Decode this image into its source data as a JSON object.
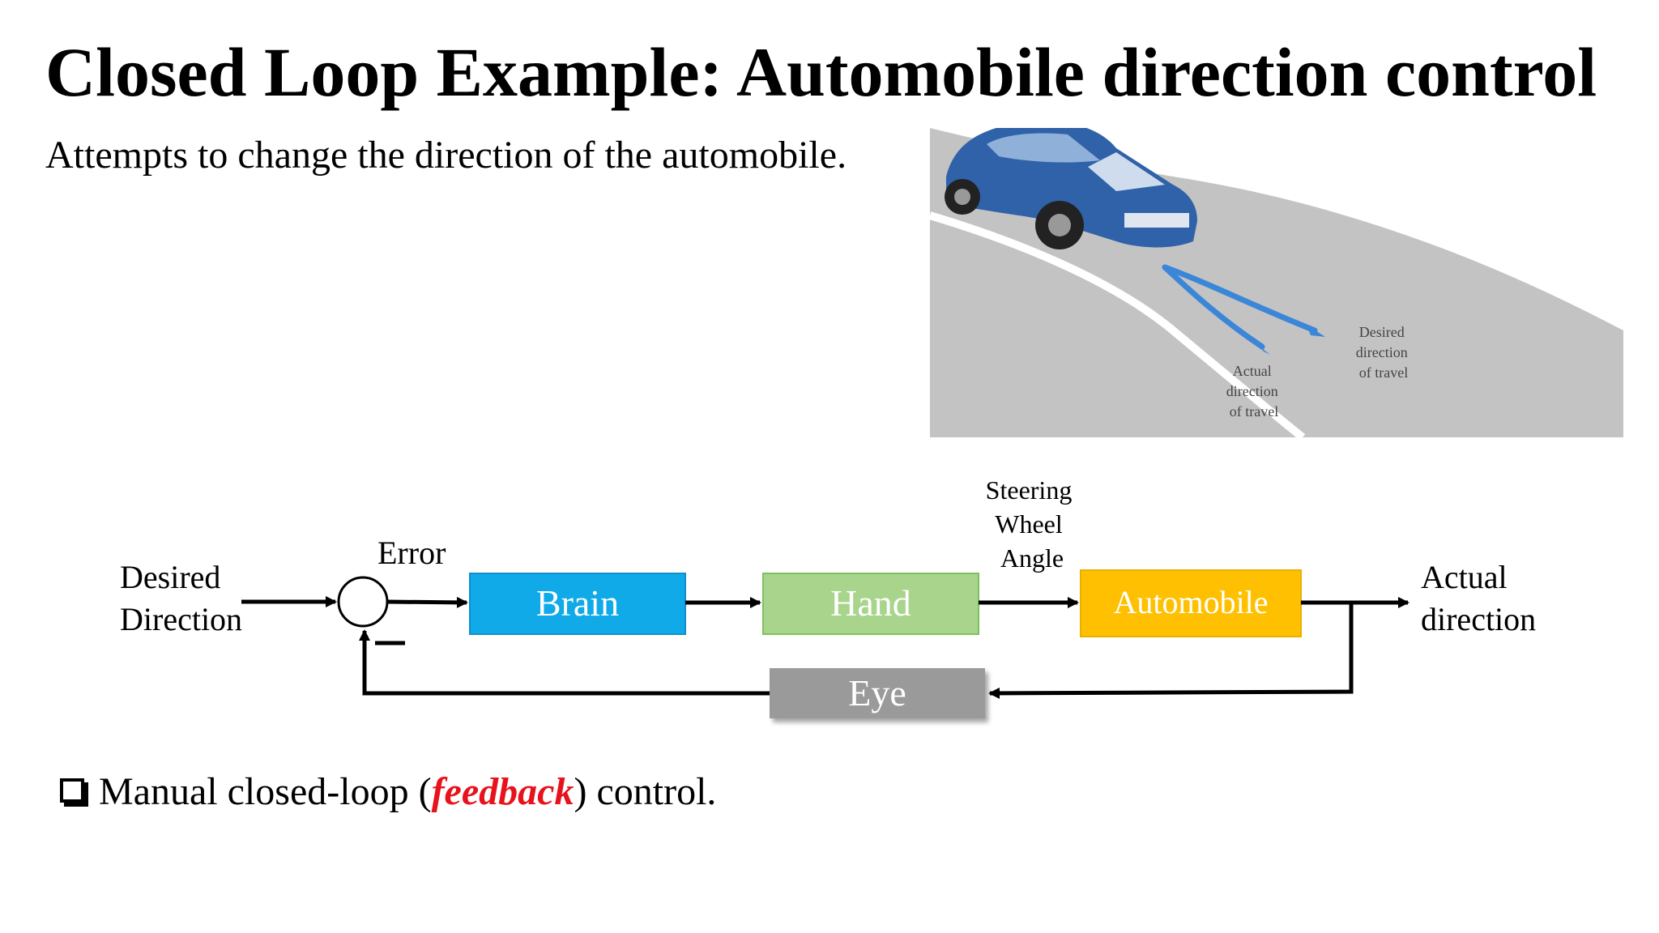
{
  "title": "Closed Loop Example: Automobile direction control",
  "subtitle": "Attempts to change the direction of the automobile.",
  "illustration": {
    "desired_label": [
      "Desired",
      "direction",
      "of travel"
    ],
    "actual_label": [
      "Actual",
      "direction",
      "of travel"
    ],
    "car_color": "#2f62a8",
    "road_color": "#c2c2c2",
    "arrow_color": "#3a86d8"
  },
  "diagram": {
    "input_label": [
      "Desired",
      "Direction"
    ],
    "error_label": "Error",
    "minus_sign": "—",
    "steering_label": [
      "Steering",
      "Wheel",
      "Angle"
    ],
    "output_label": [
      "Actual",
      "direction"
    ],
    "blocks": {
      "brain": {
        "label": "Brain",
        "color": "#10aae8"
      },
      "hand": {
        "label": "Hand",
        "color": "#a8d48c"
      },
      "automobile": {
        "label": "Automobile",
        "color": "#fec000"
      },
      "eye": {
        "label": "Eye",
        "color": "#9a9a9a"
      }
    }
  },
  "bullet": {
    "prefix": "Manual closed-loop (",
    "emphasis": "feedback",
    "suffix": ") control."
  }
}
